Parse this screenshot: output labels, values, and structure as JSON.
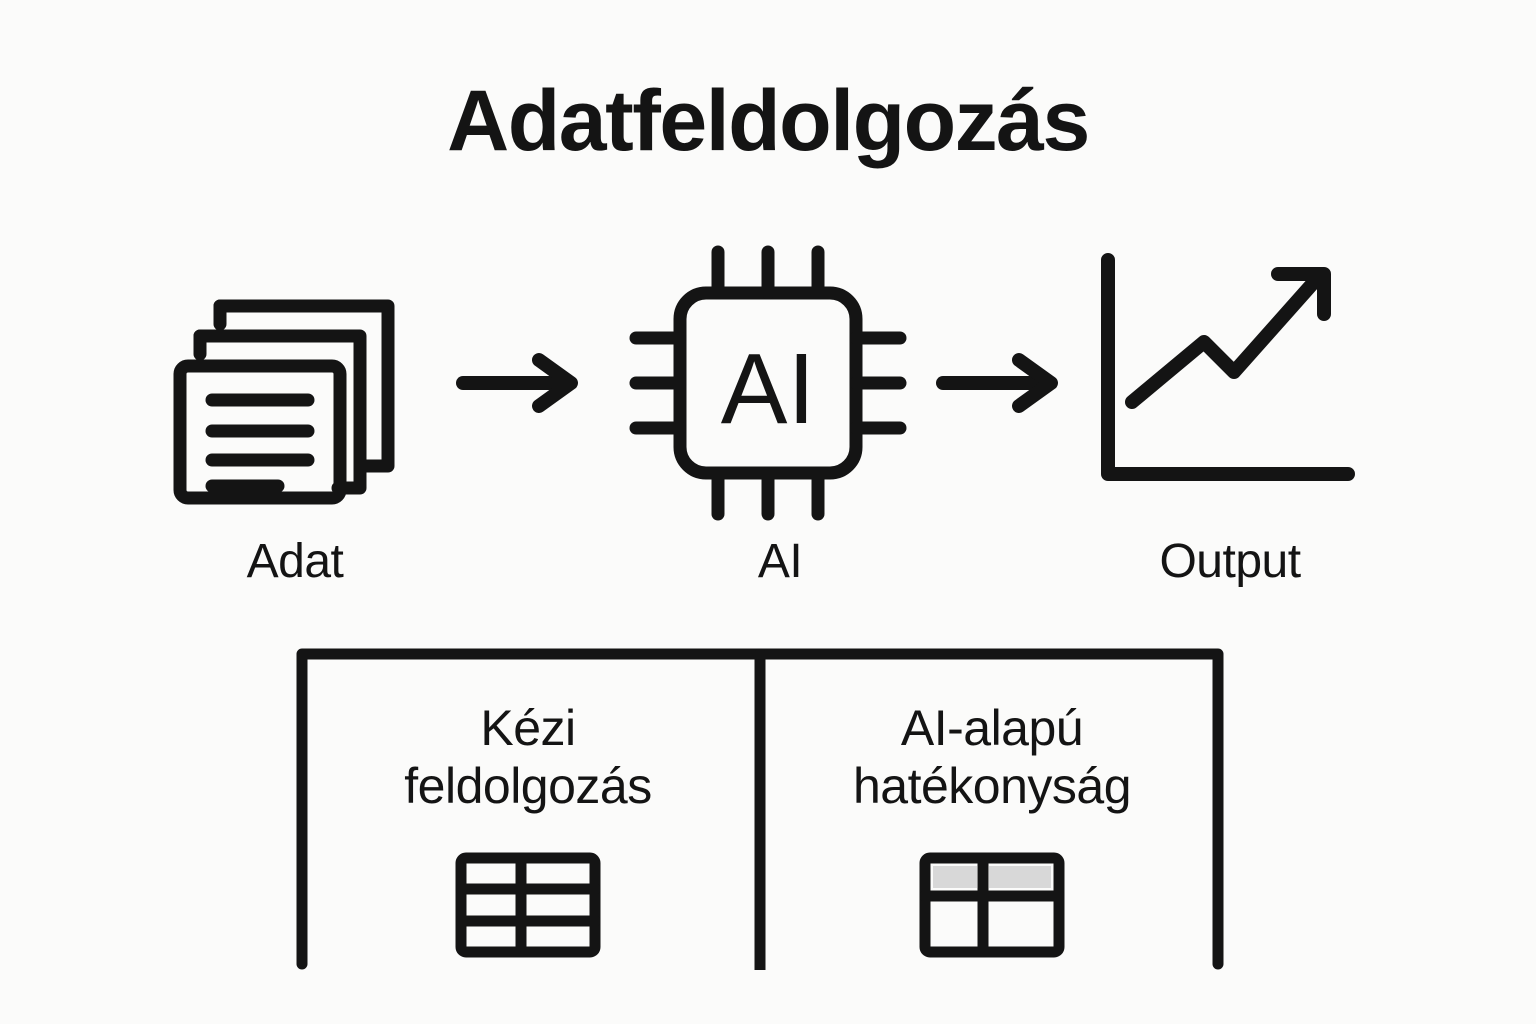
{
  "page": {
    "title": "Adatfeldolgozás",
    "background_color": "#fbfbfa",
    "ink_color": "#141414",
    "accent_gray": "#d8d8d8"
  },
  "flow": {
    "nodes": [
      {
        "id": "data",
        "icon": "documents-stack-icon",
        "label": "Adat"
      },
      {
        "id": "ai",
        "icon": "ai-chip-icon",
        "label": "AI",
        "chip_text": "AI"
      },
      {
        "id": "output",
        "icon": "line-chart-up-icon",
        "label": "Output"
      }
    ],
    "arrows": [
      {
        "id": "arrow-1",
        "icon": "arrow-right-icon"
      },
      {
        "id": "arrow-2",
        "icon": "arrow-right-icon"
      }
    ]
  },
  "comparison": {
    "columns": [
      {
        "id": "manual",
        "title": "Kézi\nfeldolgozás",
        "icon": "table-grid-icon"
      },
      {
        "id": "ai",
        "title": "AI-alapú\nhatékonyság",
        "icon": "table-header-highlight-icon"
      }
    ]
  }
}
